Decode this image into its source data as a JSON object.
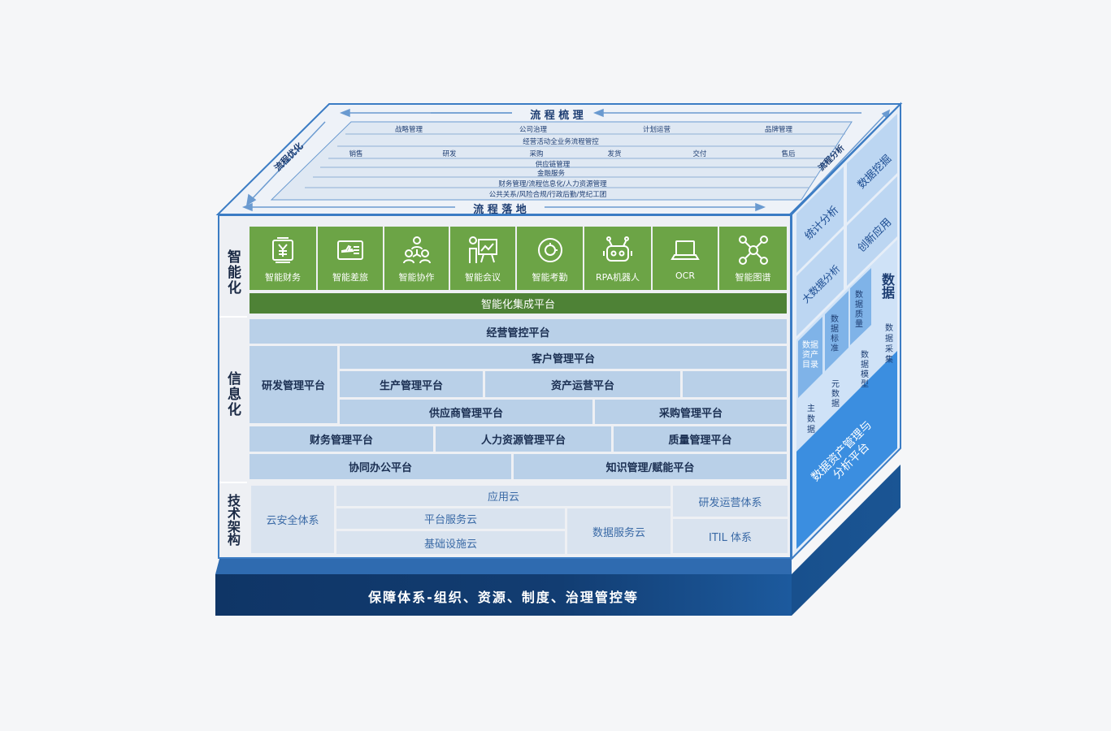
{
  "top_face": {
    "header": "流 程 梳 理",
    "footer": "流 程 落 地",
    "left_side": "流程优化",
    "right_side": "流程分析",
    "row1": [
      "战略管理",
      "公司治理",
      "计划运营",
      "品牌管理"
    ],
    "row2": "经营活动全业务流程管控",
    "row3": [
      "销售",
      "研发",
      "采购",
      "发货",
      "交付",
      "售后"
    ],
    "row4": "供应链管理",
    "row5": "金融服务",
    "row6": "财务管理/流程信息化/人力资源管理",
    "row7": "公共关系/风险合规/行政后勤/党纪工团"
  },
  "sections": {
    "intelligence": "智能化",
    "informatization": "信息化",
    "tech": "技术架构"
  },
  "intelligence": {
    "items": [
      "智能财务",
      "智能差旅",
      "智能协作",
      "智能会议",
      "智能考勤",
      "RPA机器人",
      "OCR",
      "智能图谱"
    ],
    "icons": [
      "finance-icon",
      "travel-icon",
      "collaboration-icon",
      "meeting-icon",
      "attendance-icon",
      "robot-icon",
      "ocr-laptop-icon",
      "graph-icon"
    ],
    "platform": "智能化集成平台"
  },
  "info": {
    "row1": "经营管控平台",
    "rd": "研发管理平台",
    "crm": "客户管理平台",
    "production": "生产管理平台",
    "asset": "资产运营平台",
    "supplier": "供应商管理平台",
    "purchase": "采购管理平台",
    "finance": "财务管理平台",
    "hr": "人力资源管理平台",
    "quality": "质量管理平台",
    "office": "协同办公平台",
    "knowledge": "知识管理/赋能平台"
  },
  "tech": {
    "security": "云安全体系",
    "app_cloud": "应用云",
    "platform_cloud": "平台服务云",
    "infra_cloud": "基础设施云",
    "data_cloud": "数据服务云",
    "rd_ops": "研发运营体系",
    "itil": "ITIL 体系"
  },
  "base": {
    "label": "保障体系-组织、资源、制度、治理管控等"
  },
  "right_face": {
    "stats": "统计分析",
    "mining": "数据挖掘",
    "bigdata": "大数据分析",
    "innovation": "创新应用",
    "data_title": "数据",
    "asset_catalog": "数据资产目录",
    "standard": "数据标准",
    "quality": "数据质量",
    "collect": "数据采集",
    "master": "主数据",
    "meta": "元数据",
    "model": "数据模型",
    "platform": "数据资产管理与分析平台"
  },
  "colors": {
    "green": "#6ca446",
    "green_dark": "#4e8236",
    "info_blue": "#b9d0e8",
    "tech_blue": "#d9e3ef",
    "navy": "#123a6e",
    "side_blue": "#bcd6f2",
    "side_accent": "#3b8ee0"
  }
}
